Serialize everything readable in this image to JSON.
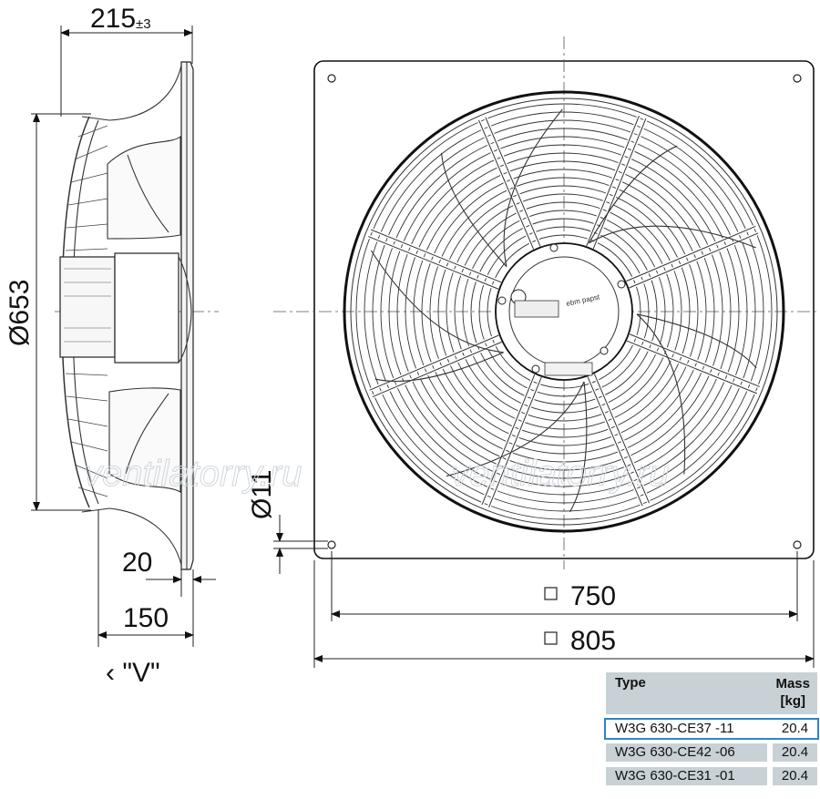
{
  "dimensions": {
    "depth": "215",
    "depth_tol": "±3",
    "diameter": "Ø653",
    "hole": "Ø11",
    "flange": "20",
    "body": "150",
    "inner_square": "750",
    "outer_square": "805",
    "square_symbol": "□",
    "view_label": "‹ \"V\""
  },
  "watermark": {
    "left": "ventilatorry.ru",
    "right": "ventilatorry.ru"
  },
  "label_text": "ebm papst",
  "table": {
    "type_header": "Type",
    "mass_header_1": "Mass",
    "mass_header_2": "[kg]",
    "rows": [
      {
        "type": "W3G 630-CE37  -11",
        "mass": "20.4",
        "selected": true
      },
      {
        "type": "W3G 630-CE42  -06",
        "mass": "20.4",
        "selected": false
      },
      {
        "type": "W3G 630-CE31  -01",
        "mass": "20.4",
        "selected": false
      }
    ]
  }
}
